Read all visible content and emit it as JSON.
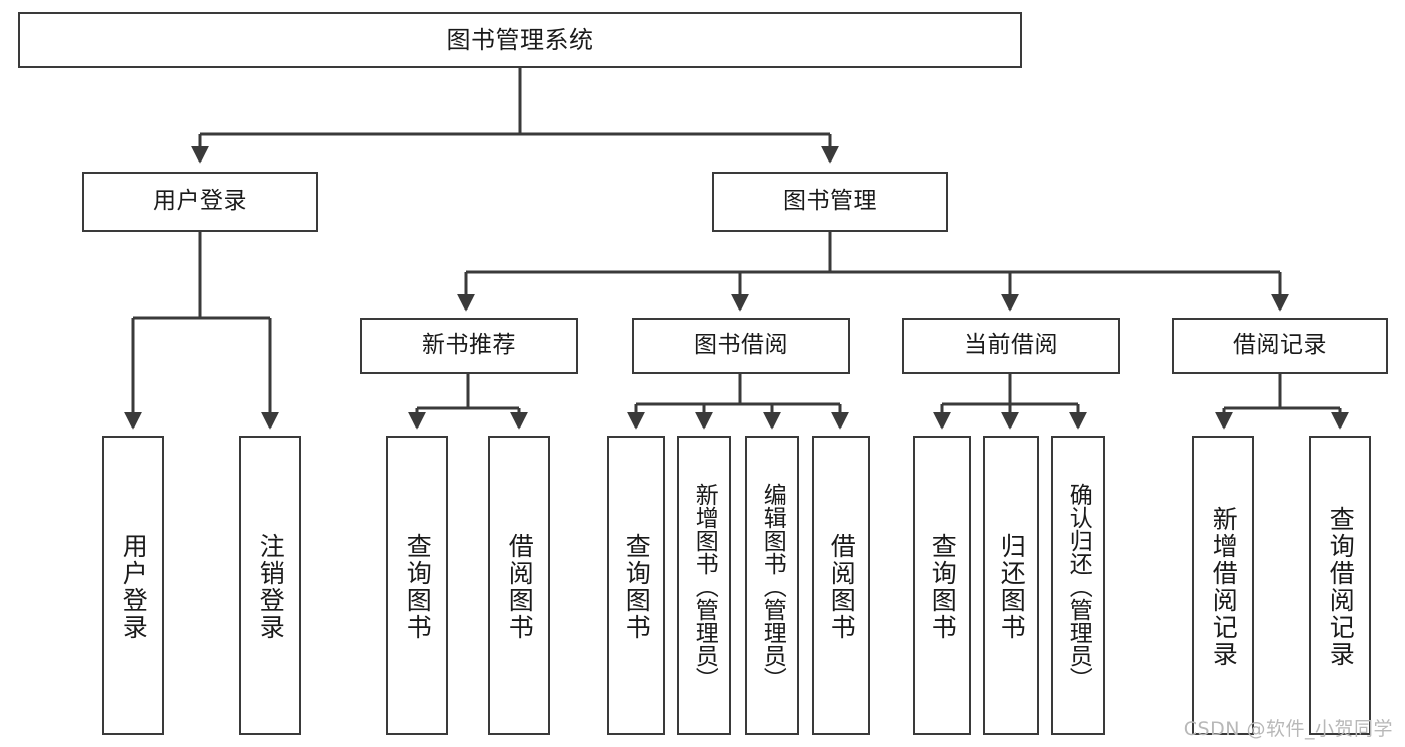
{
  "diagram": {
    "title": "图书管理系统",
    "type": "tree",
    "stroke_color": "#3a3a3a",
    "background_color": "#ffffff",
    "text_color": "#1a1a1a"
  },
  "nodes": {
    "root": {
      "label": "图书管理系统"
    },
    "level2": [
      {
        "label": "用户登录"
      },
      {
        "label": "图书管理"
      }
    ],
    "level3": [
      {
        "label": "新书推荐"
      },
      {
        "label": "图书借阅"
      },
      {
        "label": "当前借阅"
      },
      {
        "label": "借阅记录"
      }
    ],
    "leaves": {
      "user_login": [
        {
          "label": "用户登录"
        },
        {
          "label": "注销登录"
        }
      ],
      "new_book_recommend": [
        {
          "label": "查询图书"
        },
        {
          "label": "借阅图书"
        }
      ],
      "book_borrow": [
        {
          "label": "查询图书"
        },
        {
          "label": "新增图书（管理员）"
        },
        {
          "label": "编辑图书（管理员）"
        },
        {
          "label": "借阅图书"
        }
      ],
      "current_borrow": [
        {
          "label": "查询图书"
        },
        {
          "label": "归还图书"
        },
        {
          "label": "确认归还（管理员）"
        }
      ],
      "borrow_record": [
        {
          "label": "新增借阅记录"
        },
        {
          "label": "查询借阅记录"
        }
      ]
    }
  },
  "watermark": {
    "text": "CSDN @软件_小贺同学"
  }
}
